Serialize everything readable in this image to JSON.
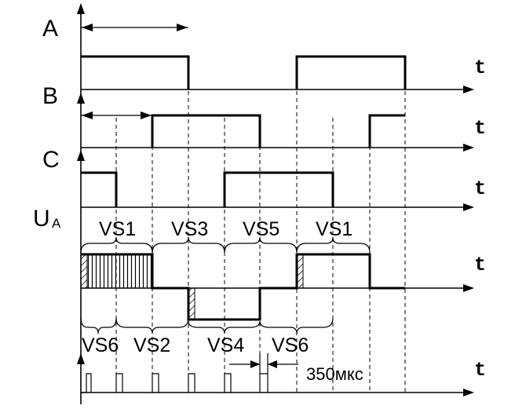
{
  "labels": {
    "a": "A",
    "b": "B",
    "c": "C",
    "ua_main": "U",
    "ua_sub": "A",
    "t": "t"
  },
  "conduction_top": [
    "VS1",
    "VS3",
    "VS5",
    "VS1"
  ],
  "conduction_bottom": [
    "VS6",
    "VS2",
    "VS4",
    "VS6"
  ],
  "pulse_width": "350мкс"
}
